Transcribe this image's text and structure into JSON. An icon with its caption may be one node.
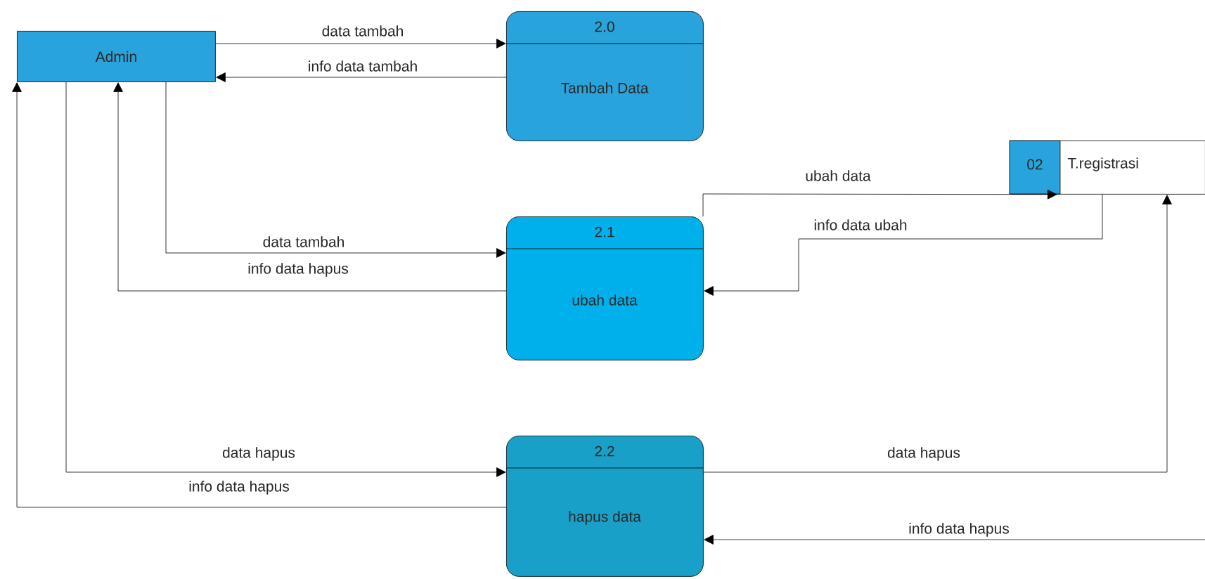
{
  "diagram": {
    "nodes": [
      {
        "text": [
          "Admin"
        ]
      },
      {
        "text": [
          "2.0",
          "Tambah Data"
        ]
      },
      {
        "text": [
          "2.1",
          "ubah data"
        ]
      },
      {
        "text": [
          "2.2",
          "hapus data"
        ]
      },
      {
        "text": [
          "02",
          "T.registrasi"
        ]
      }
    ],
    "edges": [
      {
        "from": 0,
        "to": 1,
        "arrow": "to",
        "label": "data tambah"
      },
      {
        "from": 1,
        "to": 0,
        "arrow": "to",
        "label": "info data tambah"
      },
      {
        "from": 0,
        "to": 2,
        "arrow": "to",
        "label": "data tambah"
      },
      {
        "from": 2,
        "to": 0,
        "arrow": "to",
        "label": "info data hapus"
      },
      {
        "from": 2,
        "to": 4,
        "arrow": "to",
        "label": "ubah data"
      },
      {
        "from": 4,
        "to": 2,
        "arrow": "to",
        "label": "info data ubah"
      },
      {
        "from": 0,
        "to": 3,
        "arrow": "to",
        "label": "data hapus"
      },
      {
        "from": 3,
        "to": 0,
        "arrow": "to",
        "label": "info data hapus"
      },
      {
        "from": 3,
        "to": 4,
        "arrow": "to",
        "label": "data hapus"
      },
      {
        "from": null,
        "to": 3,
        "arrow": "to",
        "label": "info data hapus"
      }
    ]
  }
}
